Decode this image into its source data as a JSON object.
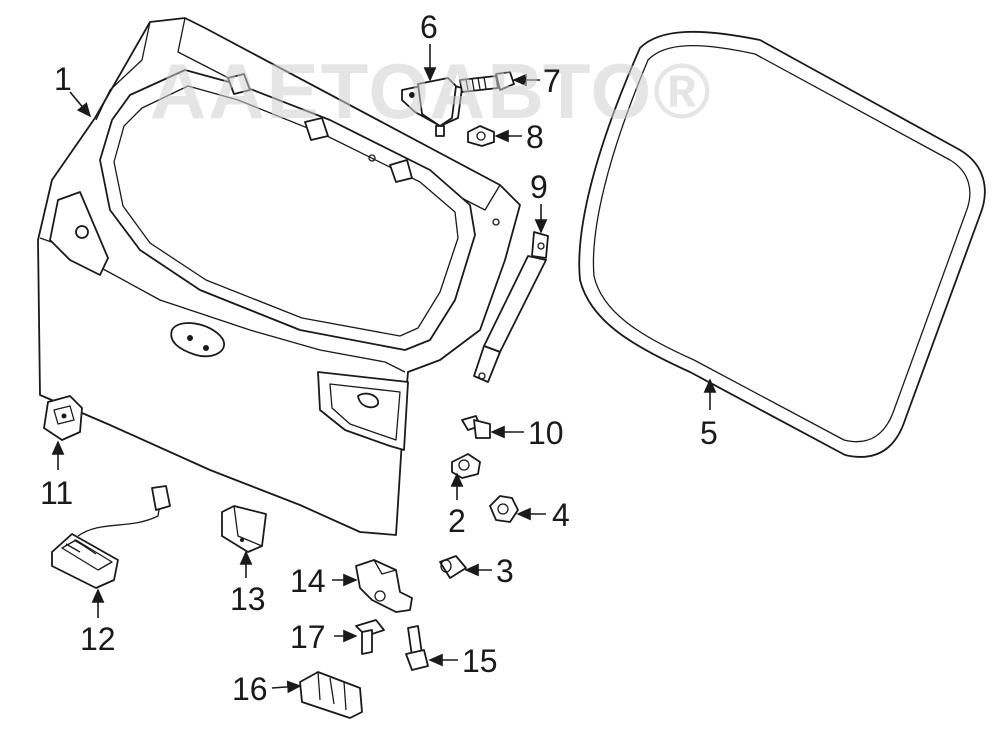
{
  "watermark": "ААЕТОАВТО®",
  "callouts": {
    "c1": "1",
    "c2": "2",
    "c3": "3",
    "c4": "4",
    "c5": "5",
    "c6": "6",
    "c7": "7",
    "c8": "8",
    "c9": "9",
    "c10": "10",
    "c11": "11",
    "c12": "12",
    "c13": "13",
    "c14": "14",
    "c15": "15",
    "c16": "16",
    "c17": "17"
  }
}
